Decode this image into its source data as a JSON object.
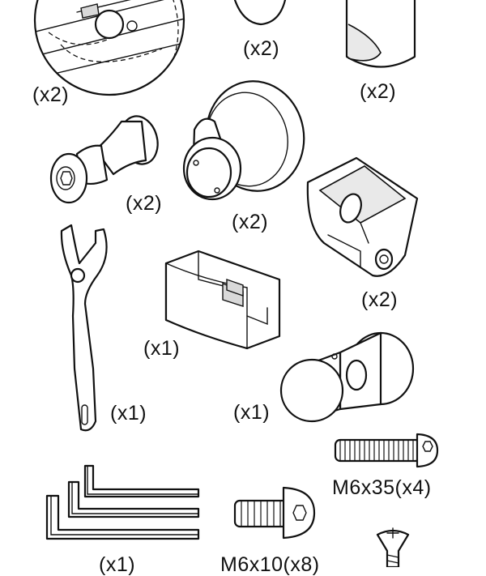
{
  "parts": [
    {
      "id": "fitting-detail",
      "quantity": "(x2)"
    },
    {
      "id": "oval-cap",
      "quantity": "(x2)"
    },
    {
      "id": "cylinder-sleeve",
      "quantity": "(x2)"
    },
    {
      "id": "small-knob",
      "quantity": "(x2)"
    },
    {
      "id": "roller-wheel",
      "quantity": "(x2)"
    },
    {
      "id": "clamp-bracket",
      "quantity": "(x2)"
    },
    {
      "id": "pin-spanner",
      "quantity": "(x1)"
    },
    {
      "id": "floor-guide",
      "quantity": "(x1)"
    },
    {
      "id": "door-knob-pair",
      "quantity": "(x1)"
    },
    {
      "id": "long-screw",
      "quantity": "M6x35(x4)"
    },
    {
      "id": "hex-key-set",
      "quantity": "(x1)"
    },
    {
      "id": "short-screw",
      "quantity": "M6x10(x8)"
    },
    {
      "id": "countersunk-screw",
      "quantity": ""
    }
  ]
}
